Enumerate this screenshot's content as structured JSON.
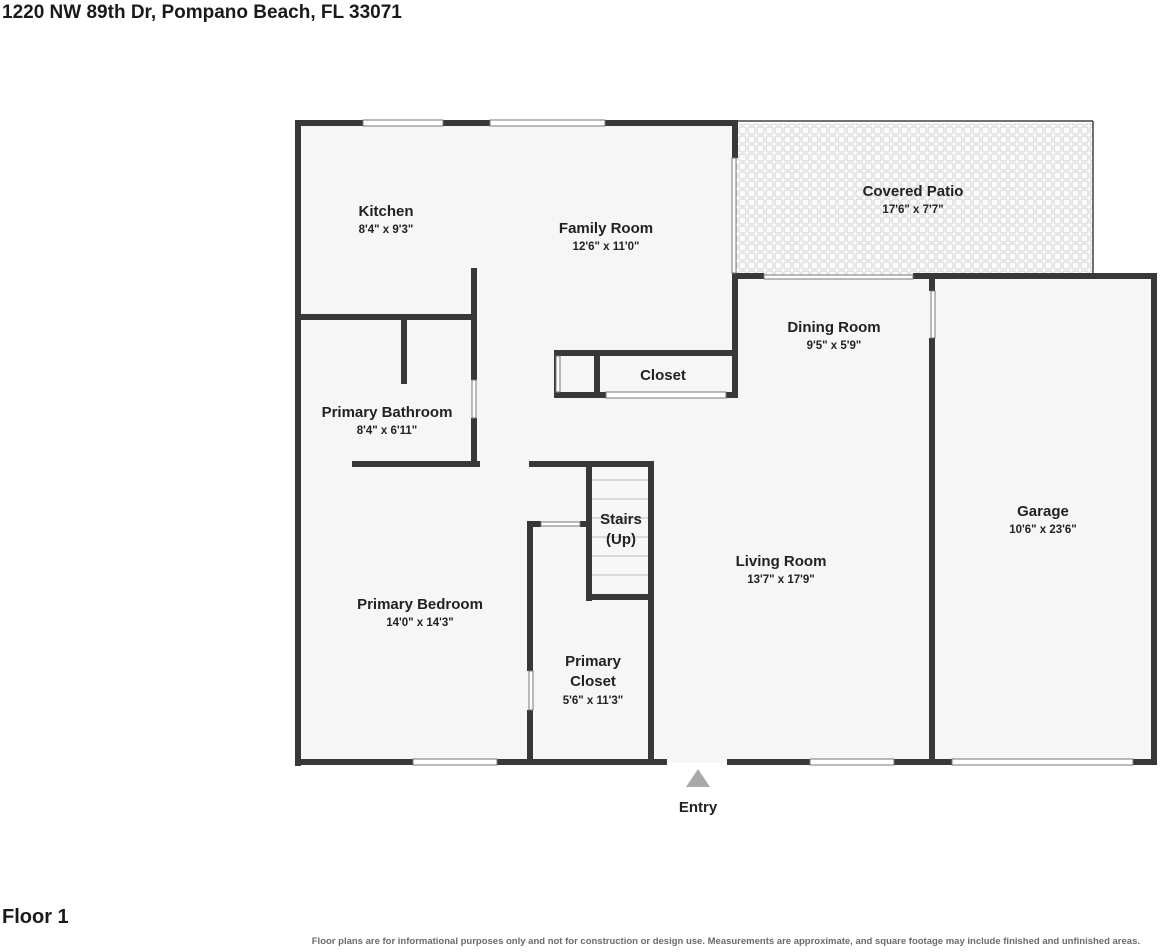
{
  "header": {
    "address": "1220 NW 89th Dr, Pompano Beach, FL 33071"
  },
  "footer": {
    "floor_label": "Floor 1",
    "disclaimer": "Floor plans are for informational purposes only and not for construction or design use. Measurements are approximate, and square footage may include finished and unfinished areas."
  },
  "rooms": {
    "kitchen": {
      "name": "Kitchen",
      "dims": "8'4\" x 9'3\""
    },
    "family_room": {
      "name": "Family Room",
      "dims": "12'6\" x 11'0\""
    },
    "covered_patio": {
      "name": "Covered Patio",
      "dims": "17'6\" x 7'7\""
    },
    "dining_room": {
      "name": "Dining Room",
      "dims": "9'5\" x 5'9\""
    },
    "closet": {
      "name": "Closet"
    },
    "primary_bathroom": {
      "name": "Primary Bathroom",
      "dims": "8'4\" x 6'11\""
    },
    "stairs": {
      "name_line1": "Stairs",
      "name_line2": "(Up)"
    },
    "garage": {
      "name": "Garage",
      "dims": "10'6\" x 23'6\""
    },
    "living_room": {
      "name": "Living Room",
      "dims": "13'7\" x 17'9\""
    },
    "primary_bedroom": {
      "name": "Primary Bedroom",
      "dims": "14'0\" x 14'3\""
    },
    "primary_closet": {
      "name_line1": "Primary",
      "name_line2": "Closet",
      "dims": "5'6\" x 11'3\""
    }
  },
  "entry": {
    "label": "Entry"
  }
}
